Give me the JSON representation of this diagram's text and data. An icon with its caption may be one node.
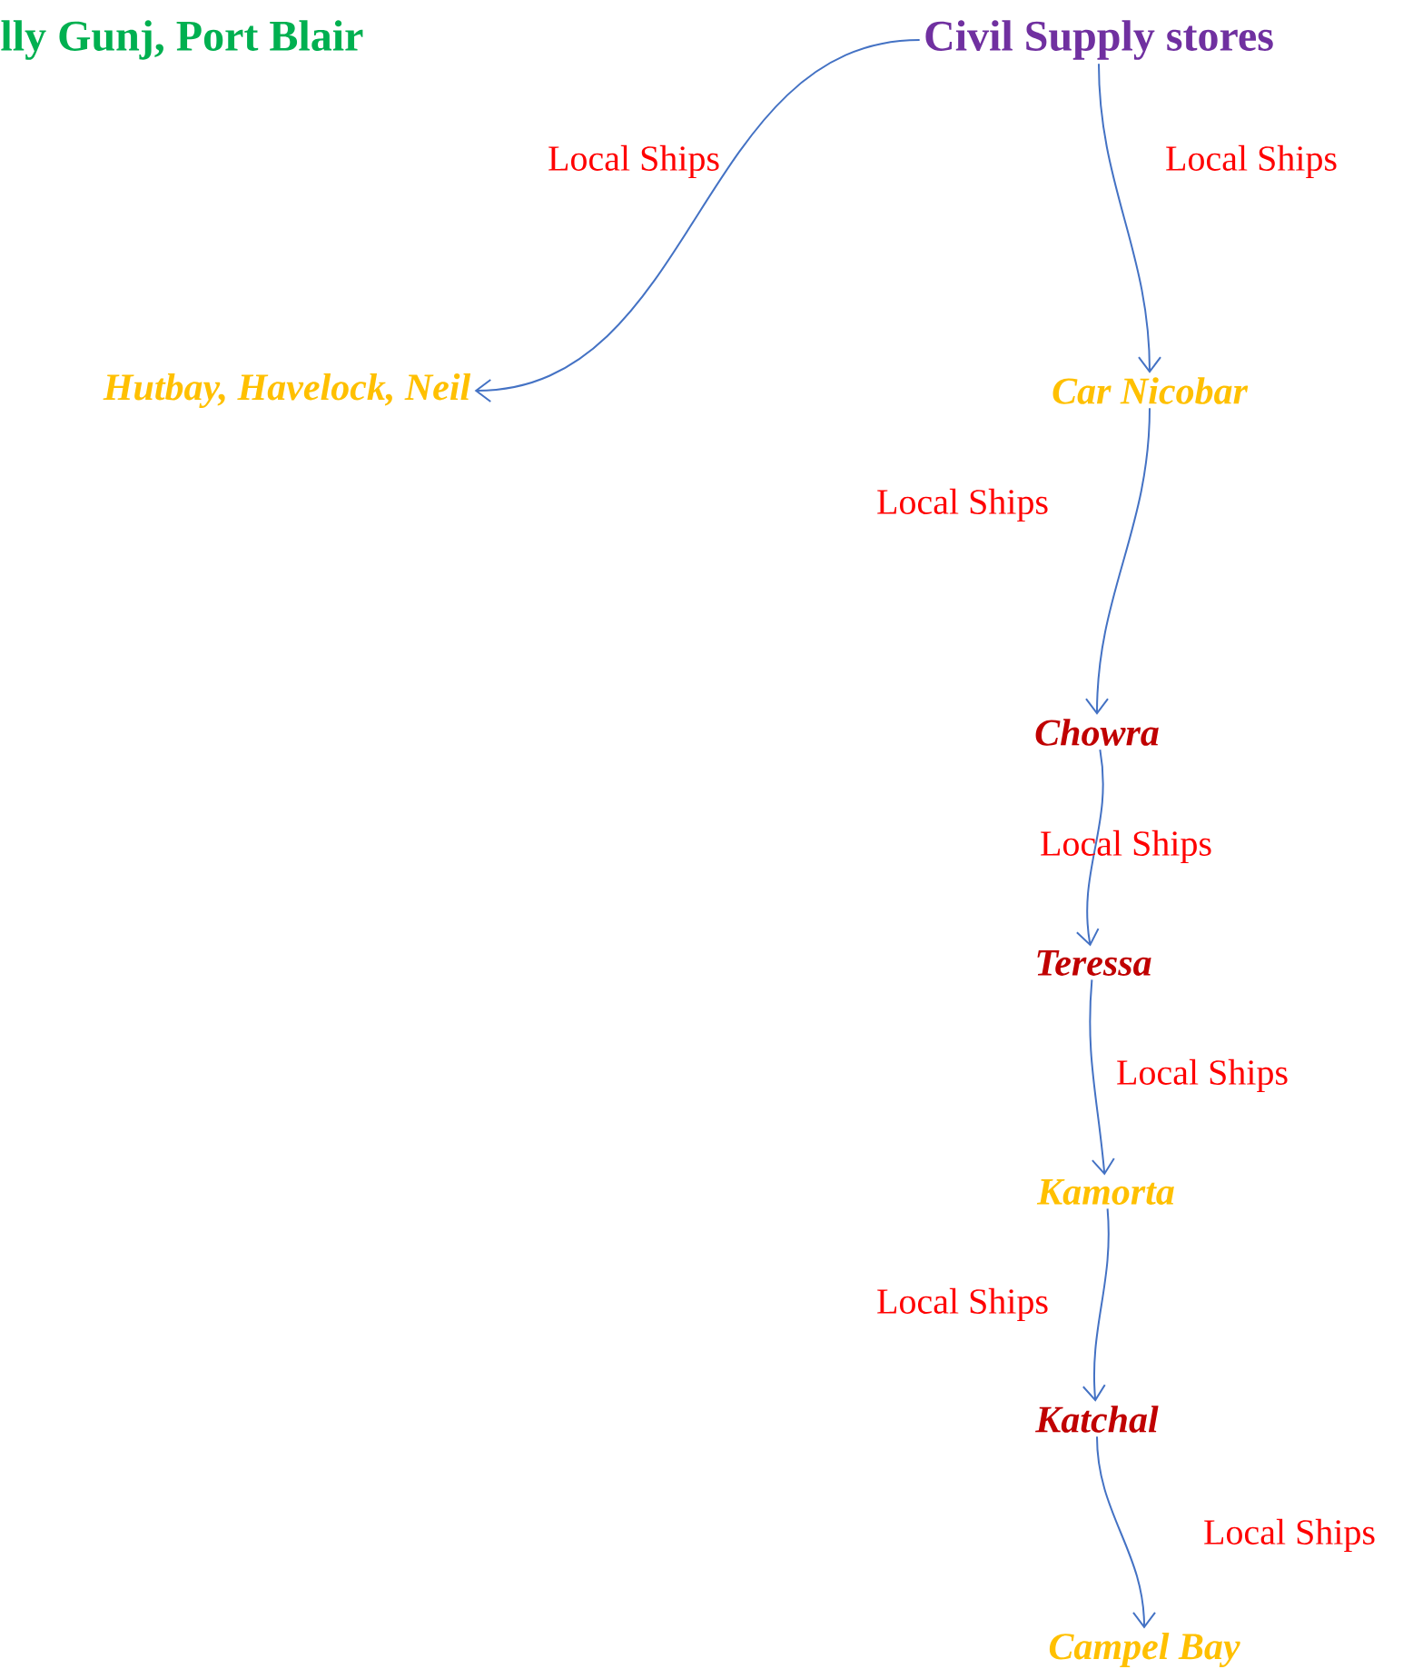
{
  "diagram": {
    "nodes": [
      {
        "text": [
          "Civil Supply stores"
        ]
      },
      {
        "text": [
          "Hutbay, Havelock, Neil"
        ]
      },
      {
        "text": [
          "Car Nicobar"
        ]
      },
      {
        "text": [
          "Chowra"
        ]
      },
      {
        "text": [
          "Teressa"
        ]
      },
      {
        "text": [
          "Kamorta"
        ]
      },
      {
        "text": [
          "Katchal"
        ]
      },
      {
        "text": [
          "Campel Bay"
        ]
      }
    ],
    "edges": [
      {
        "from": 0,
        "to": 1,
        "arrow": "to",
        "label": "Local Ships"
      },
      {
        "from": 0,
        "to": 2,
        "arrow": "to",
        "label": "Local Ships"
      },
      {
        "from": 2,
        "to": 3,
        "arrow": "to",
        "label": "Local Ships"
      },
      {
        "from": 3,
        "to": 4,
        "arrow": "to",
        "label": "Local Ships"
      },
      {
        "from": 4,
        "to": 5,
        "arrow": "to",
        "label": "Local Ships"
      },
      {
        "from": 5,
        "to": 6,
        "arrow": "to",
        "label": "Local Ships"
      },
      {
        "from": 6,
        "to": 7,
        "arrow": "to",
        "label": "Local Ships"
      }
    ],
    "labels": [
      "lly Gunj, Port Blair"
    ]
  }
}
